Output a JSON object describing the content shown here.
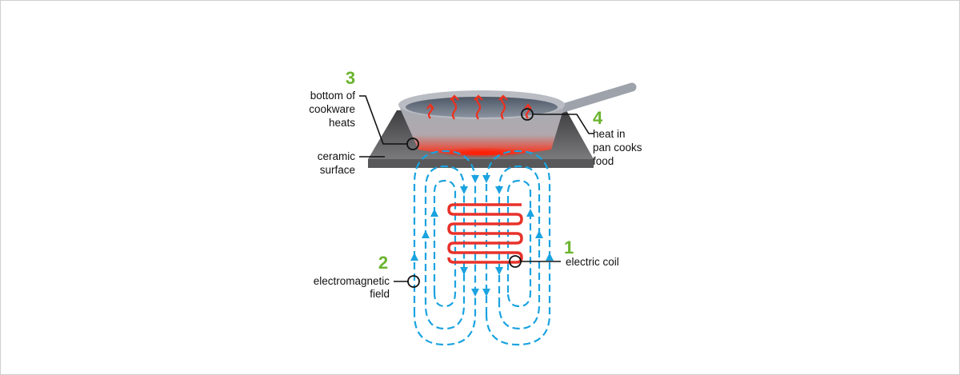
{
  "colors": {
    "accent_green": "#6ab42d",
    "field_blue": "#1aa3e0",
    "coil_red": "#e8322a",
    "surface_gray": "#5a5a5c"
  },
  "callouts": [
    {
      "number": "1",
      "lines": [
        "electric coil"
      ]
    },
    {
      "number": "2",
      "lines": [
        "electromagnetic",
        "field"
      ]
    },
    {
      "number": "3",
      "lines": [
        "bottom of",
        "cookware",
        "heats"
      ]
    },
    {
      "number": "4",
      "lines": [
        "heat in",
        "pan cooks",
        "food"
      ]
    }
  ],
  "surface_label": [
    "ceramic",
    "surface"
  ]
}
